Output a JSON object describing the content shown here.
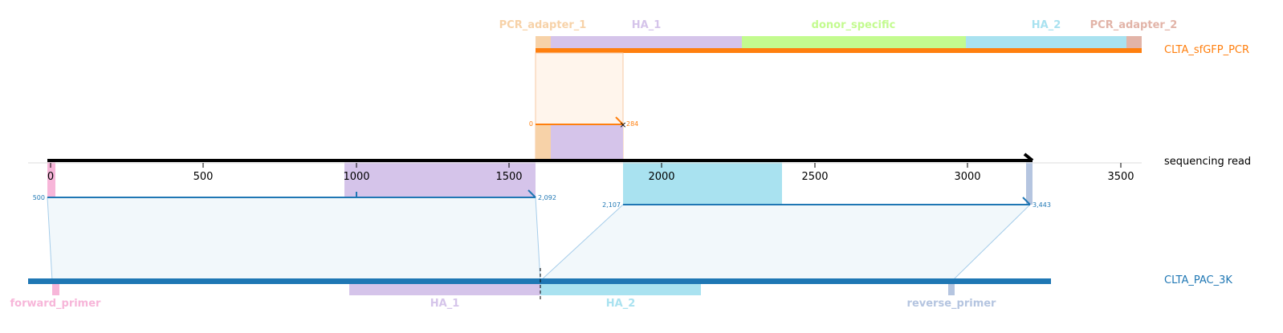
{
  "reference_sequences": {
    "top": {
      "name": "CLTA_sfGFP_PCR",
      "color": "#ff7f0e",
      "features": [
        {
          "label": "PCR_adapter_1",
          "start": 1592,
          "end": 1640,
          "color": "#f7d2a8"
        },
        {
          "label": "HA_1",
          "start": 1640,
          "end": 2267,
          "color": "#d5c4ea"
        },
        {
          "label": "donor_specific",
          "start": 2267,
          "end": 3000,
          "color": "#c3fb8f"
        },
        {
          "label": "HA_2",
          "start": 3000,
          "end": 3527,
          "color": "#a9e2f0"
        },
        {
          "label": "PCR_adapter_2",
          "start": 3527,
          "end": 3575,
          "color": "#e2b4a8"
        }
      ]
    },
    "bottom": {
      "name": "CLTA_PAC_3K",
      "color": "#1f77b4",
      "features": [
        {
          "label": "forward_primer",
          "start": 500,
          "end": 520,
          "color": "#f7b6d9"
        },
        {
          "label": "HA_1",
          "start": 1470,
          "end": 2097,
          "color": "#d5c4ea"
        },
        {
          "label": "HA_2",
          "start": 2097,
          "end": 2624,
          "color": "#a9e2f0"
        },
        {
          "label": "reverse_primer",
          "start": 3384,
          "end": 3404,
          "color": "#b5c5e0"
        }
      ]
    }
  },
  "read": {
    "label": "sequencing read",
    "length": 3200,
    "axis_ticks": [
      "0",
      "500",
      "1000",
      "1500",
      "2000",
      "2500",
      "3000",
      "3500"
    ],
    "tick_values": [
      0,
      500,
      1000,
      1500,
      2000,
      2500,
      3000,
      3500
    ]
  },
  "alignments": [
    {
      "target": "CLTA_sfGFP_PCR",
      "read_start": 1593,
      "read_end": 1877,
      "ref_start_label": "0",
      "ref_end_label": "284",
      "color": "#ff7f0e"
    },
    {
      "target": "CLTA_PAC_3K",
      "read_start": 0,
      "read_end": 1593,
      "ref_start_label": "500",
      "ref_end_label": "2,092",
      "color": "#1f77b4"
    },
    {
      "target": "CLTA_PAC_3K",
      "read_start": 1877,
      "read_end": 3213,
      "ref_start_label": "2,107",
      "ref_end_label": "3,443",
      "color": "#1f77b4"
    }
  ]
}
